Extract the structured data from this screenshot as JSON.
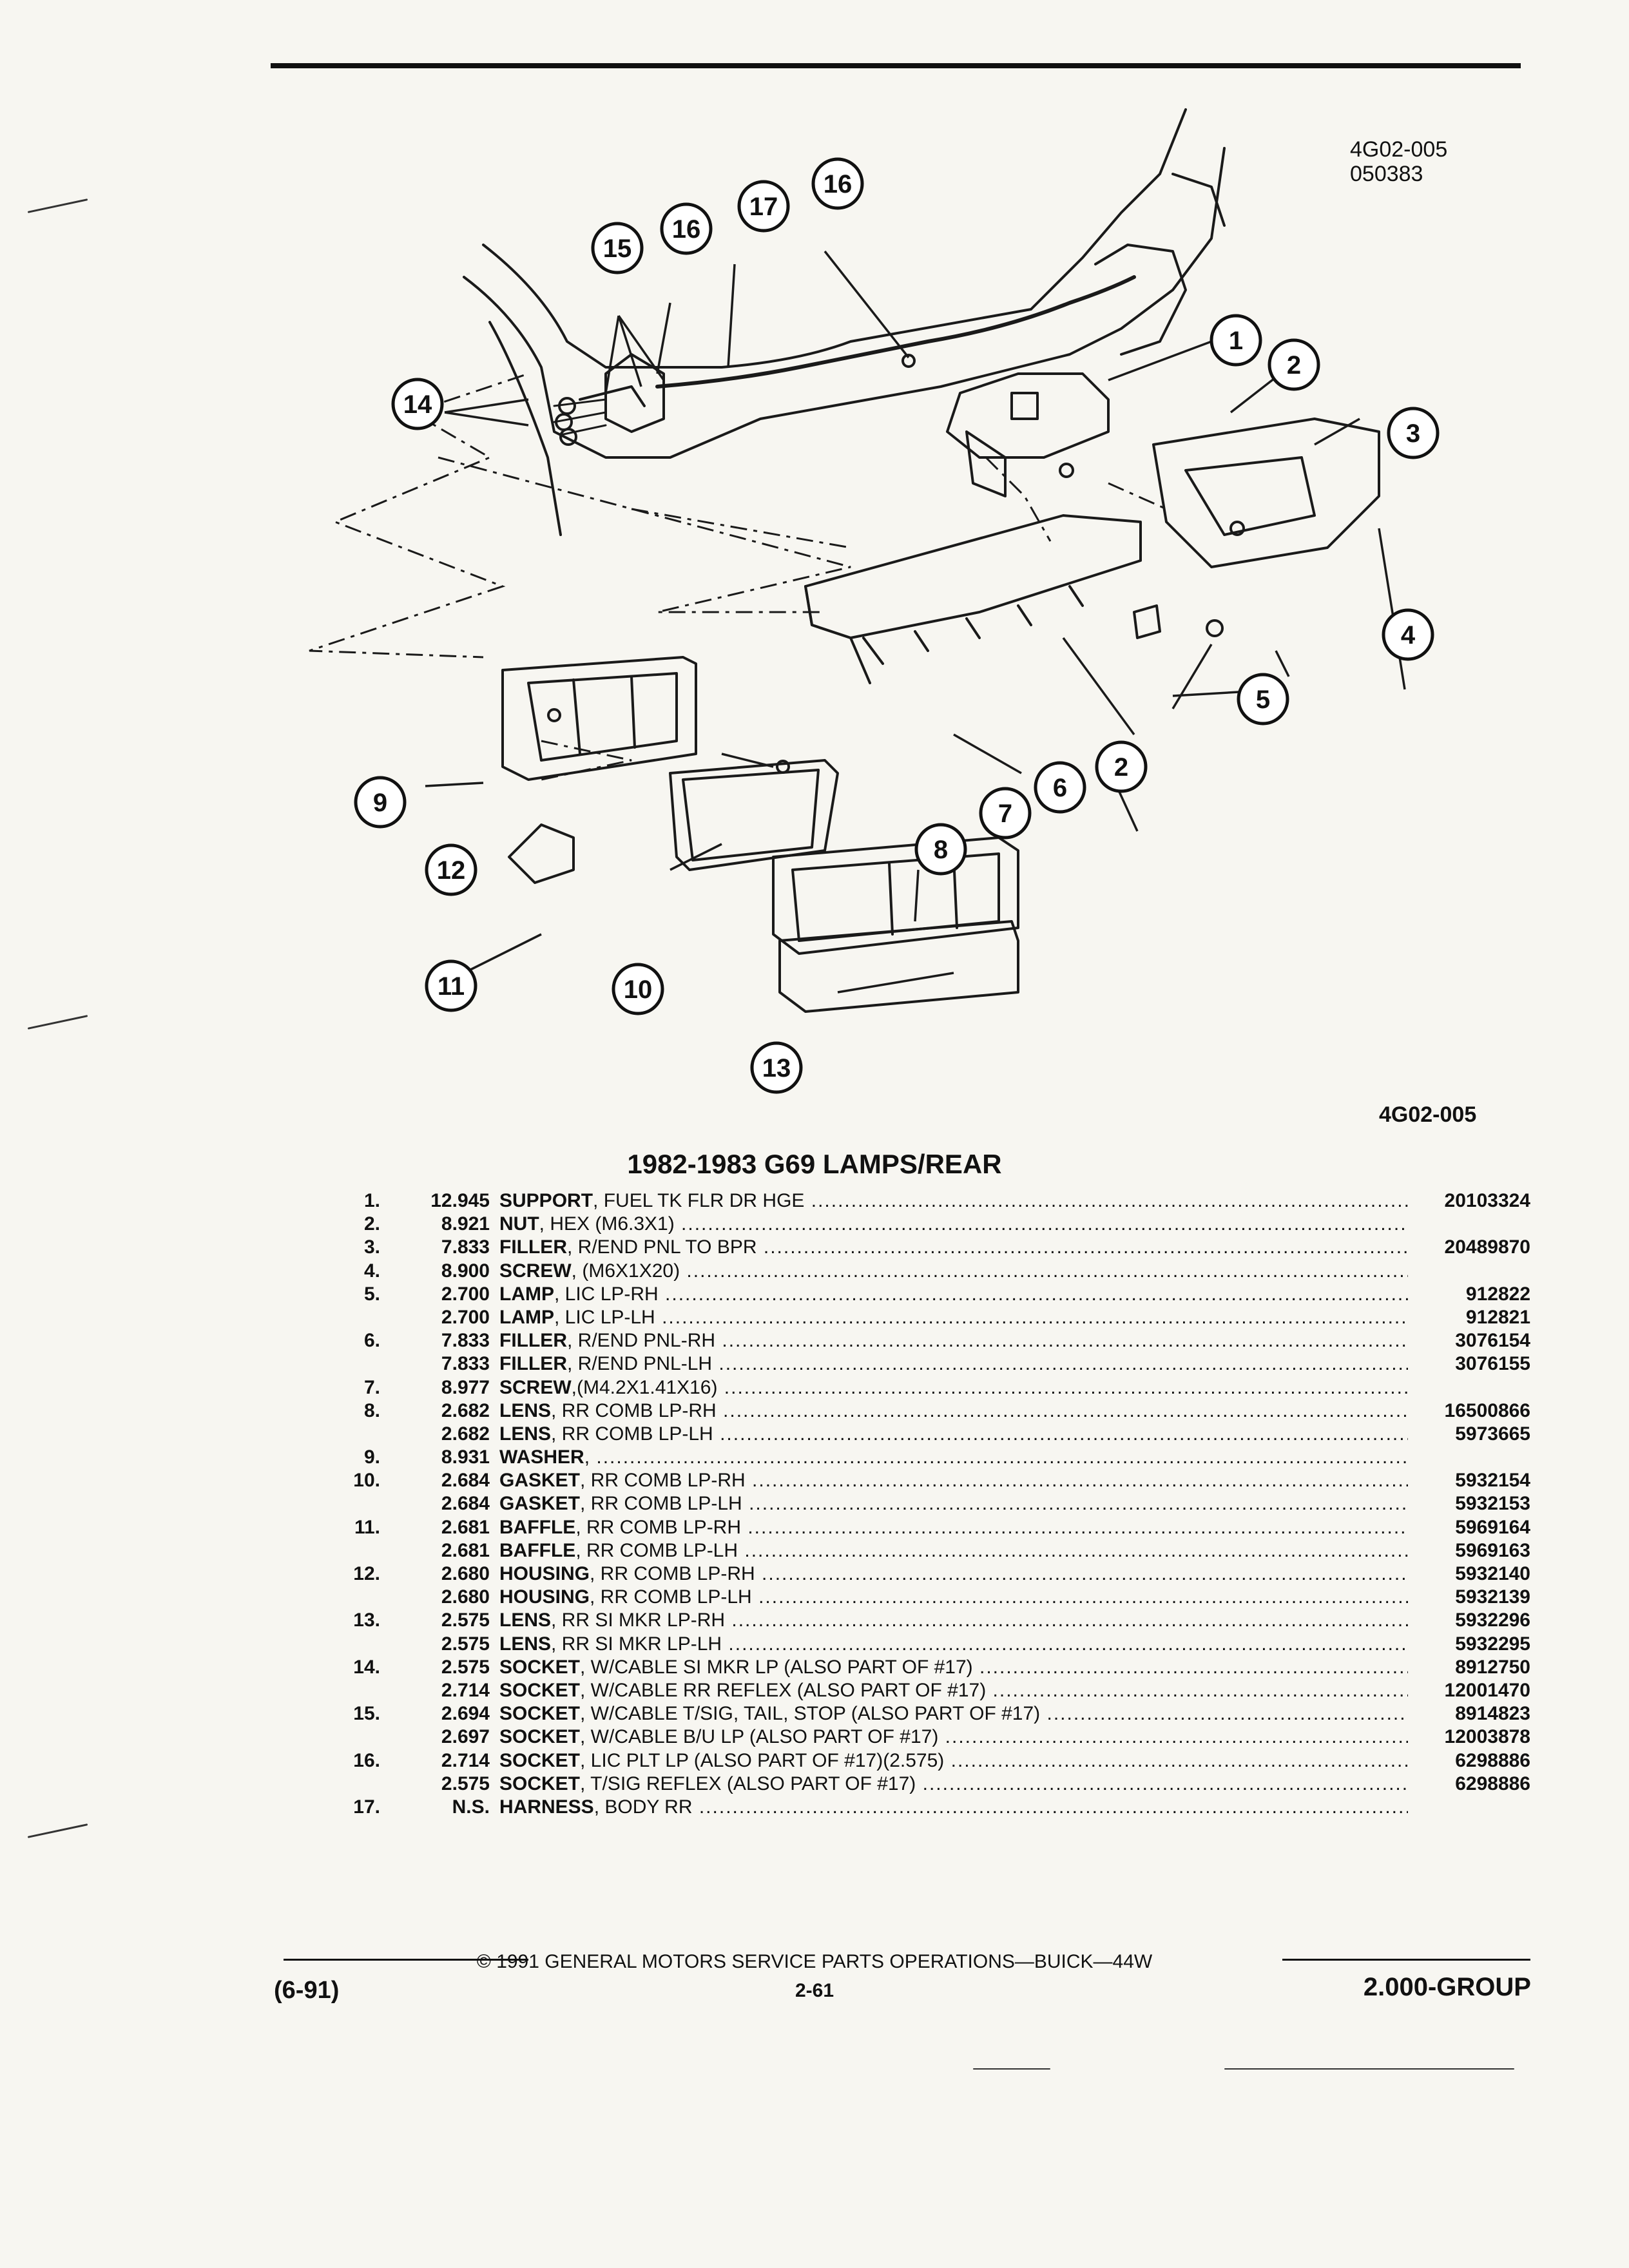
{
  "figure": {
    "code_top": "4G02-005",
    "date_code": "050383",
    "code_bottom": "4G02-005",
    "callouts": [
      "1",
      "2",
      "2",
      "3",
      "4",
      "5",
      "6",
      "7",
      "8",
      "9",
      "10",
      "11",
      "12",
      "13",
      "14",
      "15",
      "16",
      "16",
      "17"
    ]
  },
  "title": "1982-1983 G69 LAMPS/REAR",
  "parts": [
    {
      "no": "1.",
      "group": "12.945",
      "name": "SUPPORT",
      "spec": ", FUEL TK FLR DR HGE",
      "pn": "20103324"
    },
    {
      "no": "2.",
      "group": "8.921",
      "name": "NUT",
      "spec": ", HEX (M6.3X1)",
      "pn": ""
    },
    {
      "no": "3.",
      "group": "7.833",
      "name": "FILLER",
      "spec": ", R/END PNL TO BPR",
      "pn": "20489870"
    },
    {
      "no": "4.",
      "group": "8.900",
      "name": "SCREW",
      "spec": ", (M6X1X20)",
      "pn": ""
    },
    {
      "no": "5.",
      "group": "2.700",
      "name": "LAMP",
      "spec": ", LIC LP-RH",
      "pn": "912822"
    },
    {
      "no": "",
      "group": "2.700",
      "name": "LAMP",
      "spec": ", LIC LP-LH",
      "pn": "912821"
    },
    {
      "no": "6.",
      "group": "7.833",
      "name": "FILLER",
      "spec": ", R/END PNL-RH",
      "pn": "3076154"
    },
    {
      "no": "",
      "group": "7.833",
      "name": "FILLER",
      "spec": ", R/END PNL-LH",
      "pn": "3076155"
    },
    {
      "no": "7.",
      "group": "8.977",
      "name": "SCREW",
      "spec": ",(M4.2X1.41X16)",
      "pn": ""
    },
    {
      "no": "8.",
      "group": "2.682",
      "name": "LENS",
      "spec": ", RR COMB LP-RH",
      "pn": "16500866"
    },
    {
      "no": "",
      "group": "2.682",
      "name": "LENS",
      "spec": ", RR COMB LP-LH",
      "pn": "5973665"
    },
    {
      "no": "9.",
      "group": "8.931",
      "name": "WASHER",
      "spec": ",",
      "pn": ""
    },
    {
      "no": "10.",
      "group": "2.684",
      "name": "GASKET",
      "spec": ", RR COMB LP-RH",
      "pn": "5932154"
    },
    {
      "no": "",
      "group": "2.684",
      "name": "GASKET",
      "spec": ", RR COMB LP-LH",
      "pn": "5932153"
    },
    {
      "no": "11.",
      "group": "2.681",
      "name": "BAFFLE",
      "spec": ", RR COMB LP-RH",
      "pn": "5969164"
    },
    {
      "no": "",
      "group": "2.681",
      "name": "BAFFLE",
      "spec": ", RR COMB LP-LH",
      "pn": "5969163"
    },
    {
      "no": "12.",
      "group": "2.680",
      "name": "HOUSING",
      "spec": ", RR COMB LP-RH",
      "pn": "5932140"
    },
    {
      "no": "",
      "group": "2.680",
      "name": "HOUSING",
      "spec": ", RR COMB LP-LH",
      "pn": "5932139"
    },
    {
      "no": "13.",
      "group": "2.575",
      "name": "LENS",
      "spec": ", RR SI MKR LP-RH",
      "pn": "5932296"
    },
    {
      "no": "",
      "group": "2.575",
      "name": "LENS",
      "spec": ", RR SI MKR LP-LH",
      "pn": "5932295"
    },
    {
      "no": "14.",
      "group": "2.575",
      "name": "SOCKET",
      "spec": ", W/CABLE SI MKR LP (ALSO PART OF #17)",
      "pn": "8912750"
    },
    {
      "no": "",
      "group": "2.714",
      "name": "SOCKET",
      "spec": ", W/CABLE RR REFLEX (ALSO PART OF #17)",
      "pn": "12001470"
    },
    {
      "no": "15.",
      "group": "2.694",
      "name": "SOCKET",
      "spec": ", W/CABLE T/SIG, TAIL, STOP (ALSO PART OF #17)",
      "pn": "8914823"
    },
    {
      "no": "",
      "group": "2.697",
      "name": "SOCKET",
      "spec": ", W/CABLE B/U LP (ALSO PART OF #17)",
      "pn": "12003878"
    },
    {
      "no": "16.",
      "group": "2.714",
      "name": "SOCKET",
      "spec": ", LIC PLT LP (ALSO PART OF #17)(2.575)",
      "pn": "6298886"
    },
    {
      "no": "",
      "group": "2.575",
      "name": "SOCKET",
      "spec": ", T/SIG REFLEX (ALSO PART OF #17)",
      "pn": "6298886"
    },
    {
      "no": "17.",
      "group": "N.S.",
      "name": "HARNESS",
      "spec": ", BODY RR",
      "pn": ""
    }
  ],
  "footer": {
    "copyright": "© 1991 GENERAL MOTORS SERVICE PARTS OPERATIONS—BUICK—44W",
    "date": "(6-91)",
    "page": "2-61",
    "group": "2.000-GROUP"
  }
}
